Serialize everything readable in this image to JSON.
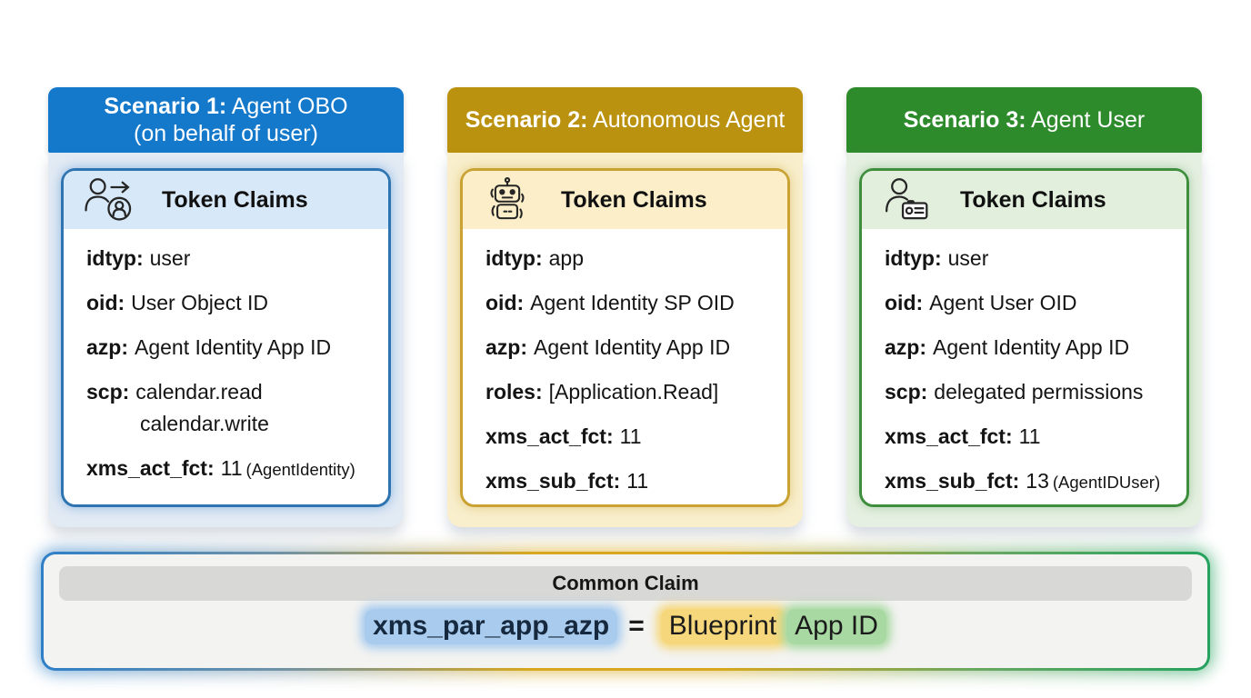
{
  "scenarios": [
    {
      "header_bold": "Scenario 1:",
      "header_rest": " Agent OBO",
      "header_line2": "(on behalf of user)",
      "header_color": "#1478cb",
      "panel_bg": "#e2eaf4",
      "card_border": "#2e74b0",
      "card_head_bg": "#d7e8f8",
      "icon": "delegation-user-icon",
      "card_title": "Token Claims",
      "claims": [
        {
          "key": "idtyp:",
          "value": "user"
        },
        {
          "key": "oid:",
          "value": "User Object ID"
        },
        {
          "key": "azp:",
          "value": "Agent Identity App ID"
        },
        {
          "key": "scp:",
          "value": "calendar.read",
          "value2": "calendar.write"
        },
        {
          "key": "xms_act_fct:",
          "value": "11",
          "note": "(AgentIdentity)"
        }
      ]
    },
    {
      "header_bold": "Scenario 2:",
      "header_rest": " Autonomous Agent",
      "header_color": "#ba920f",
      "panel_bg": "#f9efcd",
      "card_border": "#c9a233",
      "card_head_bg": "#fbeec9",
      "icon": "robot-icon",
      "card_title": "Token Claims",
      "claims": [
        {
          "key": "idtyp:",
          "value": "app"
        },
        {
          "key": "oid:",
          "value": "Agent Identity SP OID"
        },
        {
          "key": "azp:",
          "value": "Agent Identity App ID"
        },
        {
          "key": "roles:",
          "value": "[Application.Read]"
        },
        {
          "key": "xms_act_fct:",
          "value": "11"
        },
        {
          "key": "xms_sub_fct:",
          "value": "11"
        }
      ]
    },
    {
      "header_bold": "Scenario 3:",
      "header_rest": " Agent User",
      "header_color": "#2e8b2c",
      "panel_bg": "#e6f0e2",
      "card_border": "#3e8e3e",
      "card_head_bg": "#e2efdc",
      "icon": "id-badge-user-icon",
      "card_title": "Token Claims",
      "claims": [
        {
          "key": "idtyp:",
          "value": "user"
        },
        {
          "key": "oid:",
          "value": "Agent User OID"
        },
        {
          "key": "azp:",
          "value": "Agent Identity App ID"
        },
        {
          "key": "scp:",
          "value": "delegated permissions"
        },
        {
          "key": "xms_act_fct:",
          "value": "11"
        },
        {
          "key": "xms_sub_fct:",
          "value": "13",
          "note": "(AgentIDUser)"
        }
      ]
    }
  ],
  "common": {
    "title": "Common Claim",
    "lhs": "xms_par_app_azp",
    "eq": "=",
    "rhs_part1": "Blueprint",
    "rhs_part2": "App ID",
    "lhs_highlight": "#a9ccee",
    "rhs1_highlight": "#f6d77b",
    "rhs2_highlight": "#a8d9a2",
    "border_gradient": [
      "#2f7fc7",
      "#d7a81f",
      "#24a25e"
    ]
  }
}
